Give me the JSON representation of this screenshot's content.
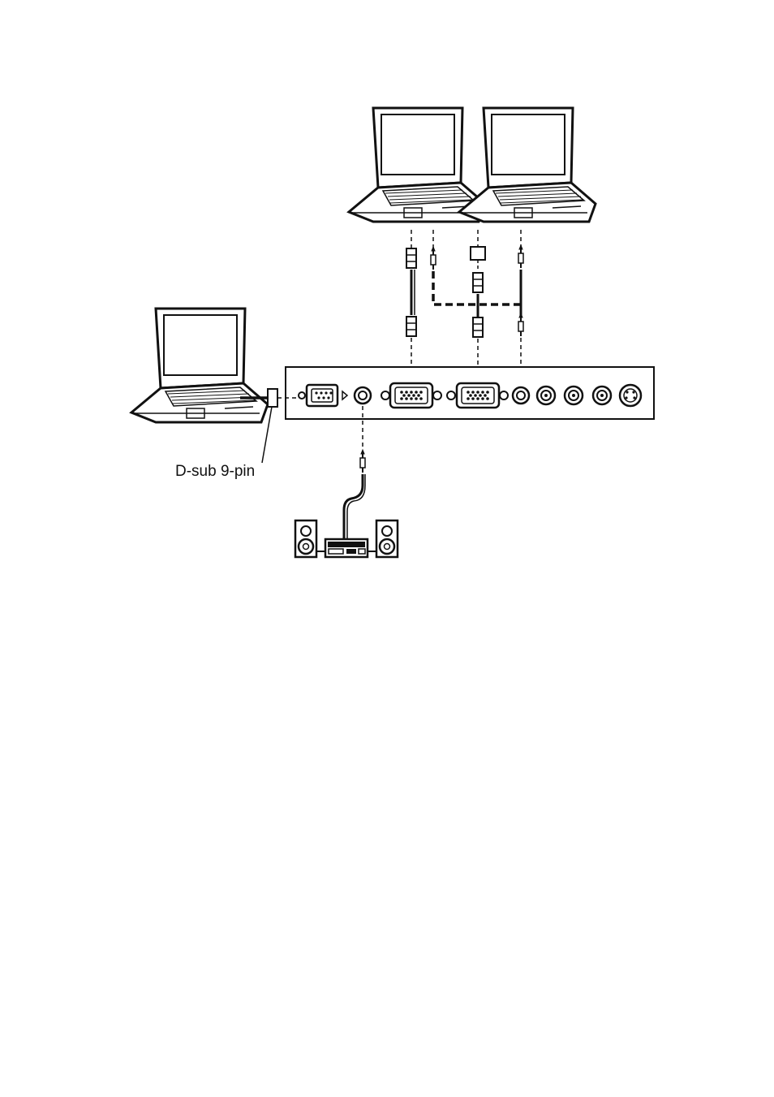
{
  "diagram": {
    "labels": {
      "rs232_connector": "D-sub 9-pin"
    },
    "nodes": [
      {
        "id": "laptop-top-left",
        "icon": "laptop-icon"
      },
      {
        "id": "laptop-top-right",
        "icon": "laptop-icon"
      },
      {
        "id": "laptop-left",
        "icon": "laptop-icon"
      },
      {
        "id": "rear-panel",
        "icon": "connector-panel-icon"
      },
      {
        "id": "audio-amplifier",
        "icon": "amplifier-icon"
      },
      {
        "id": "speaker-left",
        "icon": "speaker-icon"
      },
      {
        "id": "speaker-right",
        "icon": "speaker-icon"
      }
    ],
    "colors": {
      "line": "#111111",
      "background": "#ffffff"
    }
  }
}
